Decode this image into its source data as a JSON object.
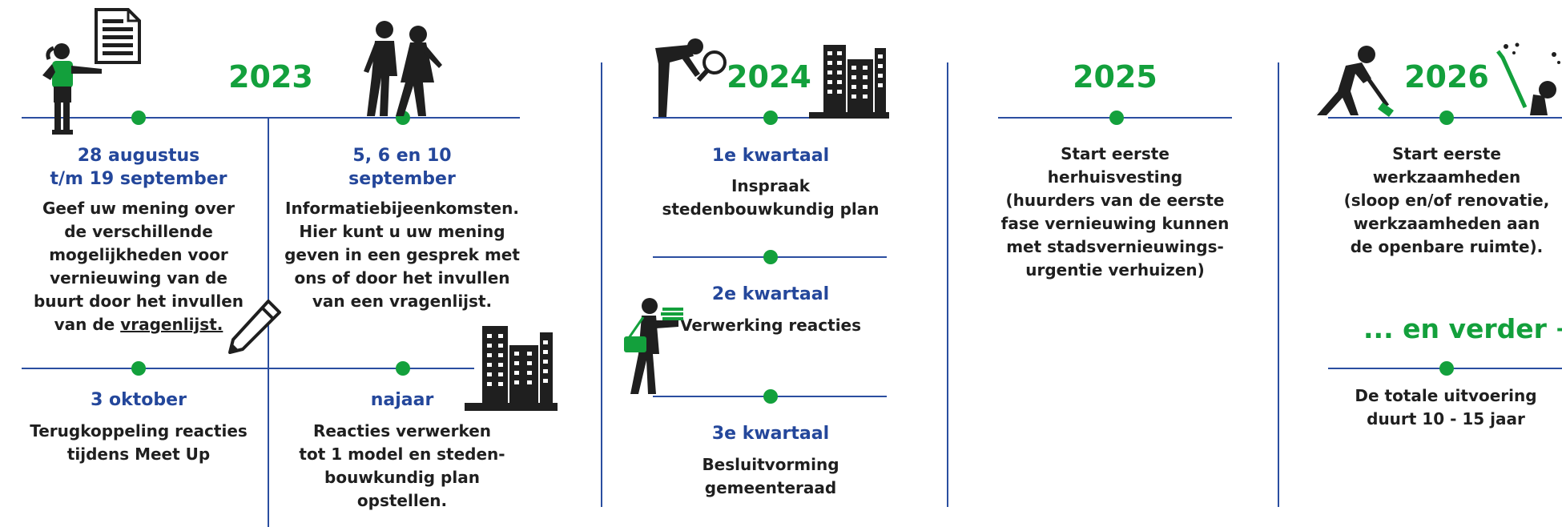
{
  "colors": {
    "accent_green": "#13a03c",
    "line_blue": "#2b4ea0",
    "date_blue": "#24479b",
    "text_dark": "#1f1f1f"
  },
  "years": {
    "y2023": "2023",
    "y2024": "2024",
    "y2025": "2025",
    "y2026": "2026"
  },
  "y2023": {
    "m1": {
      "date": "28 augustus\nt/m 19 september",
      "text": "Geef uw mening over\nde verschillende\nmogelijkheden voor\nvernieuwing van de\nbuurt door het invullen\nvan de ",
      "link": "vragenlijst."
    },
    "m2": {
      "date": "5, 6 en 10\nseptember",
      "text": "Informatiebijeenkomsten.\nHier kunt u uw mening\ngeven in een gesprek met\nons of door het invullen\nvan een vragenlijst."
    },
    "m3": {
      "date": "3 oktober",
      "text": "Terugkoppeling reacties\ntijdens Meet Up"
    },
    "m4": {
      "date": "najaar",
      "text": "Reacties verwerken\ntot 1 model en steden-\nbouwkundig plan\nopstellen."
    }
  },
  "y2024": {
    "q1": {
      "date": "1e kwartaal",
      "text": "Inspraak\nstedenbouwkundig plan"
    },
    "q2": {
      "date": "2e kwartaal",
      "text": "Verwerking reacties"
    },
    "q3": {
      "date": "3e kwartaal",
      "text": "Besluitvorming\ngemeenteraad"
    }
  },
  "y2025": {
    "m1": {
      "text": "Start eerste\nherhuisvesting\n(huurders van de eerste\nfase vernieuwing kunnen\nmet stadsvernieuwings-\nurgentie verhuizen)"
    }
  },
  "y2026": {
    "m1": {
      "text": "Start eerste\nwerkzaamheden\n(sloop en/of renovatie,\nwerkzaamheden aan\nde openbare ruimte)."
    },
    "further": "... en verder →",
    "m2": {
      "text": "De totale uitvoering\nduurt 10 - 15 jaar"
    }
  },
  "icons": [
    "woman-document-icon",
    "walking-couple-icon",
    "pencil-icon",
    "buildings-icon",
    "man-magnifier-icon",
    "buildings-2024-icon",
    "man-carrying-papers-icon",
    "man-digging-icon",
    "man-sweeping-icon"
  ]
}
